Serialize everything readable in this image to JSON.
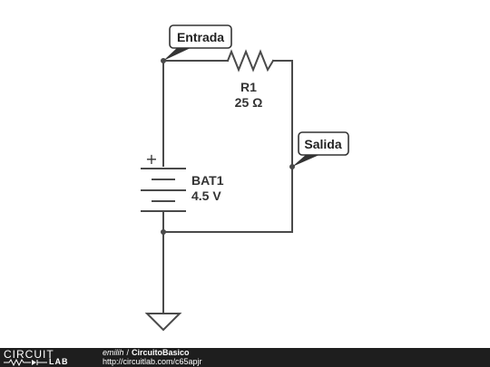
{
  "components": {
    "resistor": {
      "name": "R1",
      "value": "25 Ω"
    },
    "battery": {
      "name": "BAT1",
      "value": "4.5 V",
      "polarity": "+"
    }
  },
  "tags": {
    "input": "Entrada",
    "output": "Salida"
  },
  "footer": {
    "logo_top": "CIRCUIT",
    "logo_bottom": "LAB",
    "author": "emilih",
    "separator": "/",
    "project": "CircuitoBasico",
    "url": "http://circuitlab.com/c65apjr"
  },
  "colors": {
    "wire": "#4a4a4a",
    "footer_bg": "#1e1e1e"
  }
}
